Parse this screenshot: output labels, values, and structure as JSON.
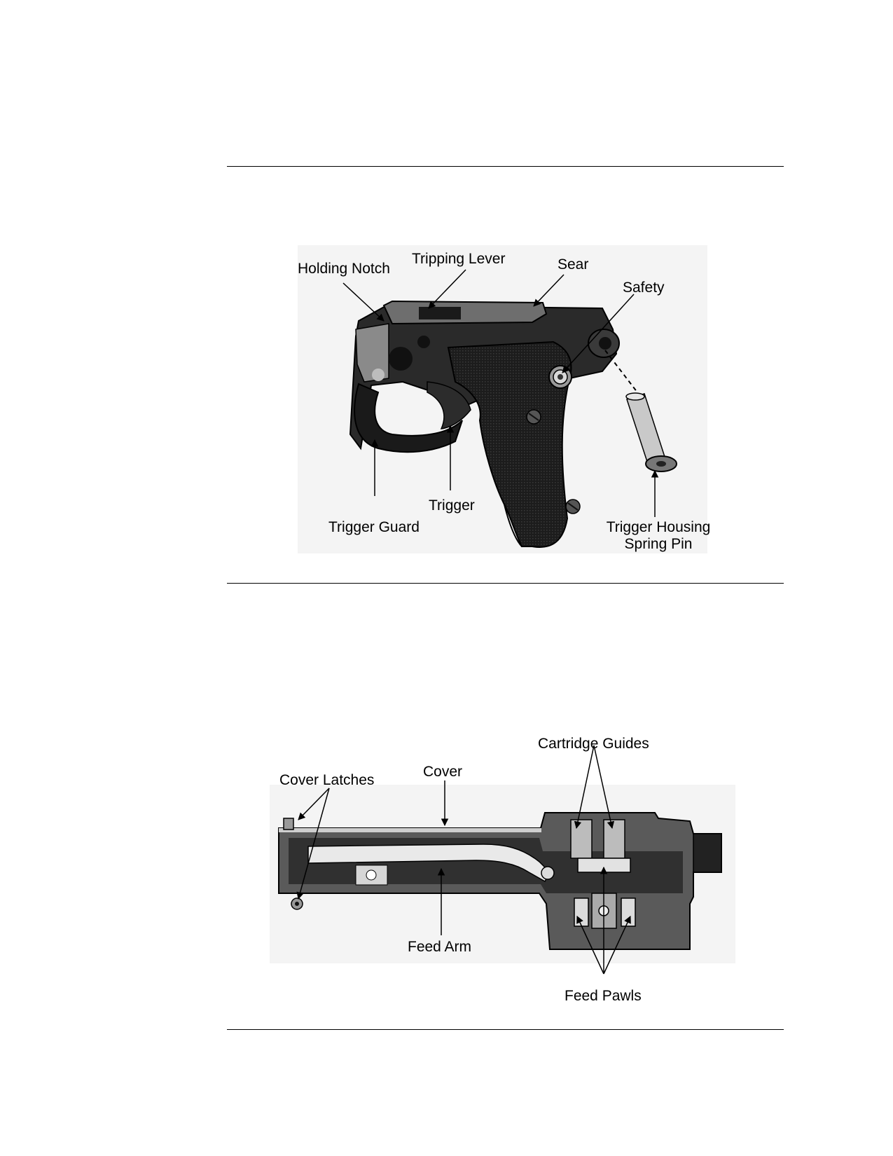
{
  "trigger_figure": {
    "labels": {
      "holding_notch": "Holding Notch",
      "tripping_lever": "Tripping Lever",
      "sear": "Sear",
      "safety": "Safety",
      "trigger_guard": "Trigger Guard",
      "trigger": "Trigger",
      "trigger_housing_spring_pin_line1": "Trigger Housing",
      "trigger_housing_spring_pin_line2": "Spring Pin"
    }
  },
  "cover_figure": {
    "labels": {
      "cartridge_guides": "Cartridge Guides",
      "cover": "Cover",
      "cover_latches": "Cover Latches",
      "feed_arm": "Feed Arm",
      "feed_pawls": "Feed Pawls"
    }
  }
}
